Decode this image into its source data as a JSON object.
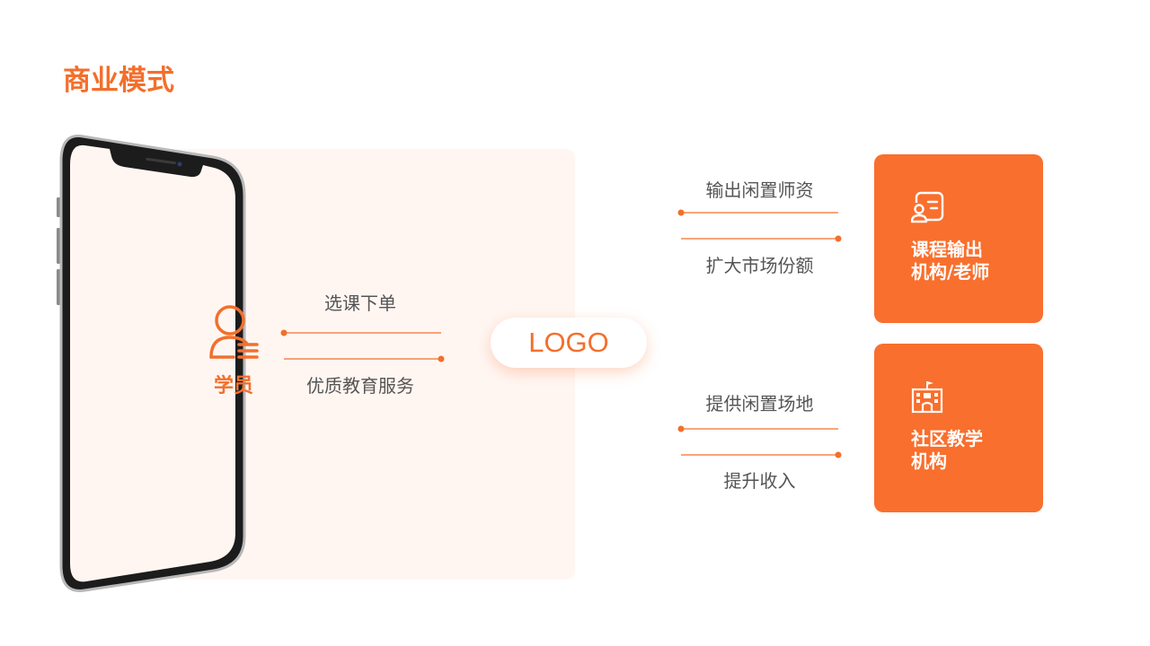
{
  "title": "商业模式",
  "student": {
    "label": "学员",
    "icon": "user-list-icon",
    "flow_out": "选课下单",
    "flow_in": "优质教育服务"
  },
  "center": {
    "label": "LOGO"
  },
  "top_partner": {
    "flow_in": "输出闲置师资",
    "flow_out": "扩大市场份额",
    "card_line1": "课程输出",
    "card_line2": "机构/老师",
    "icon": "teacher-board-icon"
  },
  "bottom_partner": {
    "flow_in": "提供闲置场地",
    "flow_out": "提升收入",
    "card_line1": "社区教学",
    "card_line2": "机构",
    "icon": "building-icon"
  },
  "colors": {
    "accent": "#f36f2c",
    "card": "#f96f2d",
    "panel": "#fff6f2",
    "text": "#555555"
  }
}
